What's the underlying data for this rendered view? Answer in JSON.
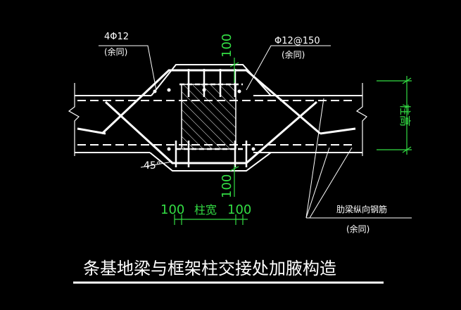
{
  "title": "条基地梁与框架柱交接处加腋构造",
  "labels": {
    "top_left_rebar": "4Φ12",
    "top_left_note": "(余同)",
    "top_right_rebar": "Φ12@150",
    "top_right_note": "(余同)",
    "top_dim": "100",
    "bottom_dim": "100",
    "angle": "45°",
    "column_height": "柱高",
    "bottom_left_dim": "100",
    "column_width": "柱宽",
    "bottom_right_dim": "100",
    "rib_beam_rebar": "肋梁纵向钢筋",
    "rib_beam_note": "(余同)"
  },
  "colors": {
    "background": "#000000",
    "lines": "#ffffff",
    "dimension": "#33dd44"
  }
}
